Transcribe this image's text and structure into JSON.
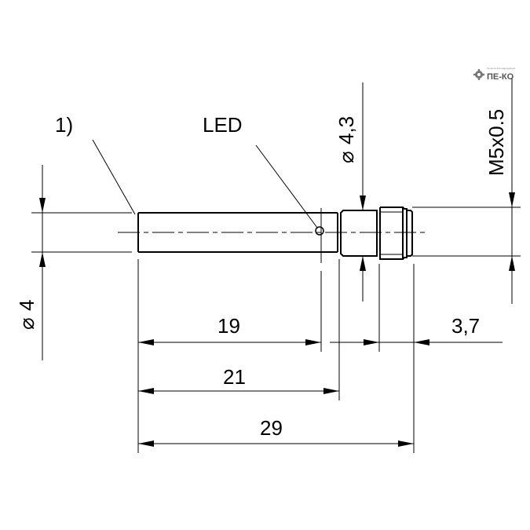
{
  "drawing": {
    "callout_note": "1)",
    "callout_led": "LED",
    "dimensions": {
      "body_diameter": "4",
      "thread_diameter": "4,3",
      "thread_spec": "M5x0.5",
      "length_led": "19",
      "length_body": "21",
      "length_total": "29",
      "length_thread_end": "3,7"
    },
    "diameter_symbol": "⌀"
  },
  "logo": {
    "text": "ПЕ-КО",
    "subtext": "Техническая информация"
  }
}
